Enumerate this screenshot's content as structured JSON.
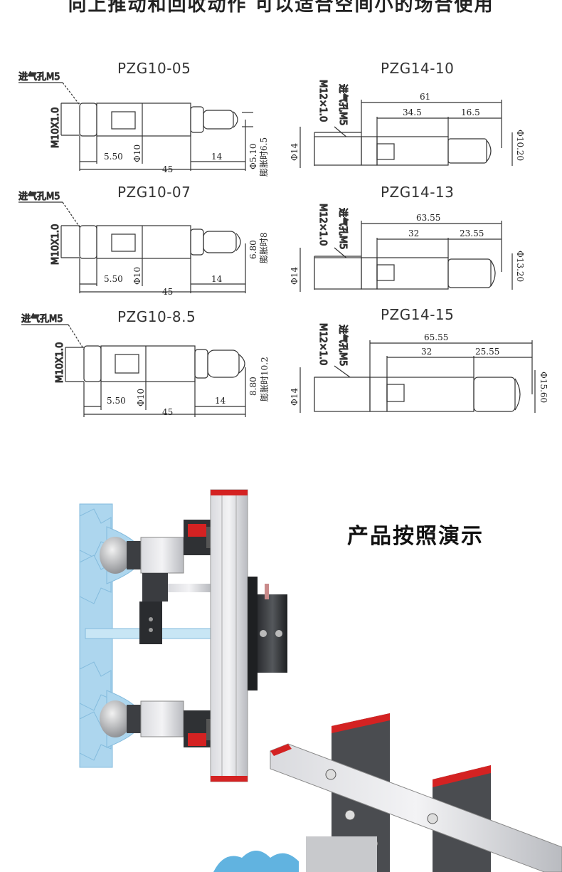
{
  "header": {
    "partial_text": "向上推动和回收动作 可以适合空间小的场合使用"
  },
  "drawings": [
    {
      "model": "PZG10-05",
      "inlet": "进气孔M5",
      "thread": "M10X1.0",
      "d1": "5.50",
      "dia": "Φ10",
      "len": "14",
      "total": "45",
      "exp1": "Φ5.10",
      "exp2": "膨胀时6.5"
    },
    {
      "model": "PZG10-07",
      "inlet": "进气孔M5",
      "thread": "M10X1.0",
      "d1": "5.50",
      "dia": "Φ10",
      "len": "14",
      "total": "45",
      "exp1": "6.80",
      "exp2": "膨胀时8"
    },
    {
      "model": "PZG10-8.5",
      "inlet": "进气孔M5",
      "thread": "M10X1.0",
      "d1": "5.50",
      "dia": "Φ10",
      "len": "14",
      "total": "45",
      "exp1": "8.80",
      "exp2": "膨胀时10.2"
    },
    {
      "model": "PZG14-10",
      "inlet": "进气孔M5",
      "thread": "M12×1.0",
      "dia": "Φ14",
      "total": "61",
      "seg1": "34.5",
      "seg2": "16.5",
      "exp": "Φ10.20"
    },
    {
      "model": "PZG14-13",
      "inlet": "进气孔M5",
      "thread": "M12×1.0",
      "dia": "Φ14",
      "total": "63.55",
      "seg1": "32",
      "seg2": "23.55",
      "exp": "Φ13.20"
    },
    {
      "model": "PZG14-15",
      "inlet": "进气孔M5",
      "thread": "M12×1.0",
      "dia": "Φ14",
      "total": "65.55",
      "seg1": "32",
      "seg2": "25.55",
      "exp": "Φ15.60"
    }
  ],
  "demo": {
    "title": "产品按照演示"
  }
}
